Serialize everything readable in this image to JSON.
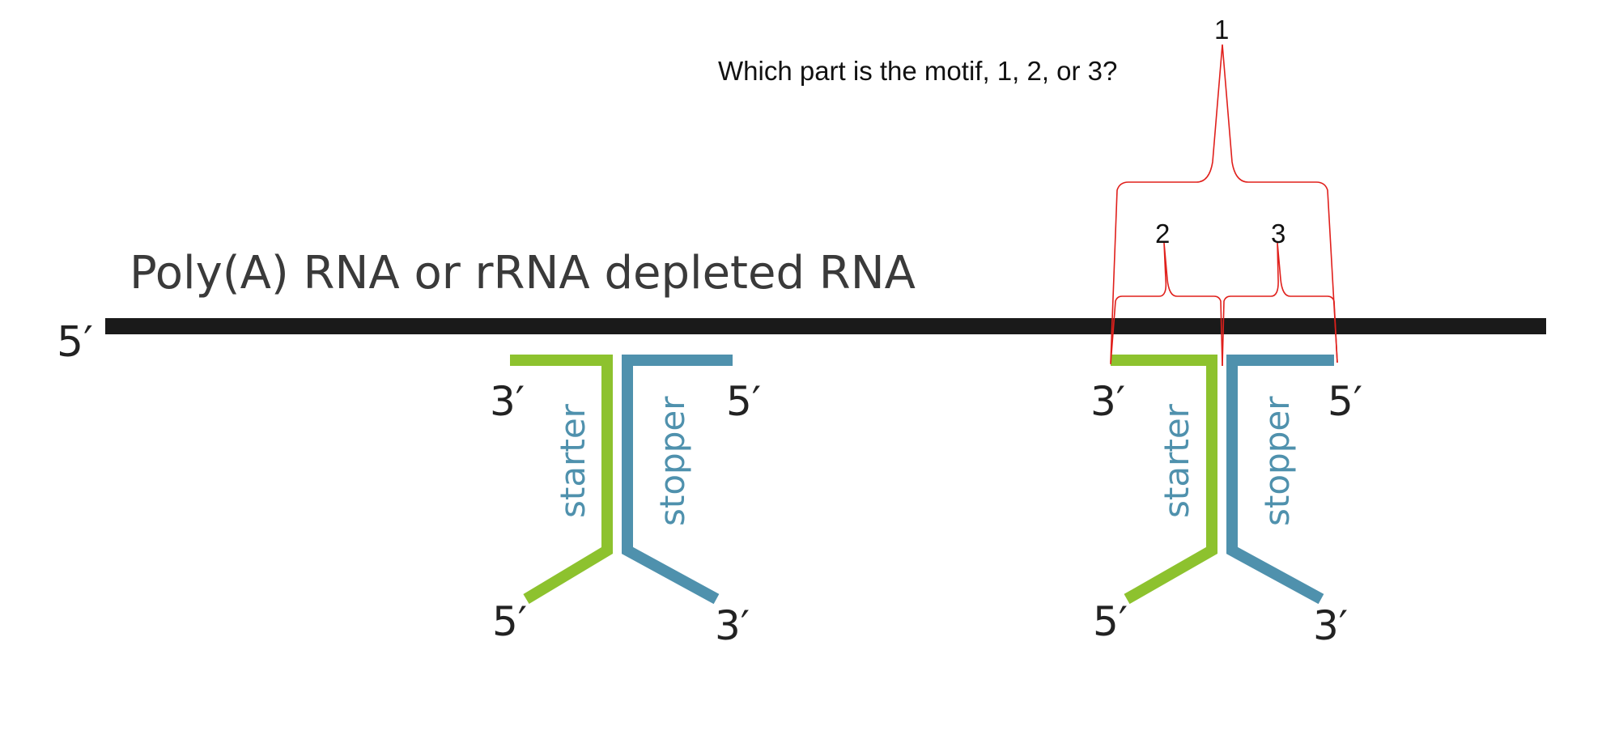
{
  "question": "Which part is the motif, 1, 2, or 3?",
  "rna": {
    "title": "Poly(A) RNA or rRNA depleted RNA",
    "end_5": "5′"
  },
  "probes": [
    {
      "end_3_top": "3′",
      "end_5_top": "5′",
      "starter_label": "starter",
      "stopper_label": "stopper",
      "end_5_bottom": "5′",
      "end_3_bottom": "3′"
    },
    {
      "end_3_top": "3′",
      "end_5_top": "5′",
      "starter_label": "starter",
      "stopper_label": "stopper",
      "end_5_bottom": "5′",
      "end_3_bottom": "3′"
    }
  ],
  "brackets": {
    "outer": "1",
    "left": "2",
    "right": "3"
  },
  "colors": {
    "strand": "#1a1a1a",
    "starter": "#8dc22e",
    "stopper": "#4f91ad",
    "bracket": "#e0201c"
  }
}
